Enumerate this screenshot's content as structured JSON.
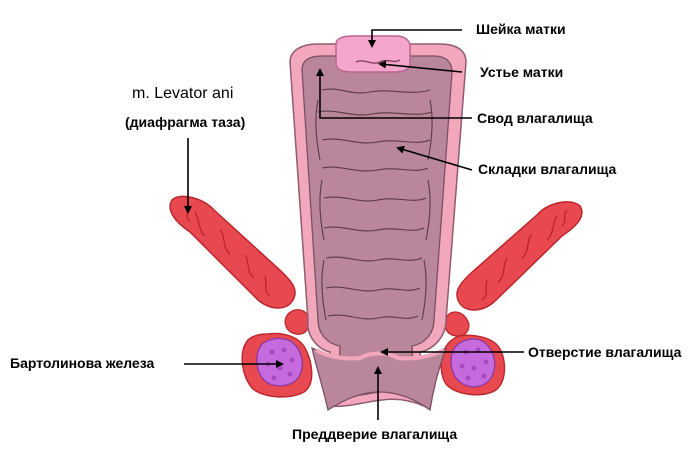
{
  "labels": {
    "cervix": "Шейка матки",
    "os": "Устье матки",
    "fornix": "Свод влагалища",
    "rugae": "Складки влагалища",
    "levator": "m. Levator ani",
    "diaphragm": "(диафрагма таза)",
    "bartholin": "Бартолинова   железа",
    "orifice": "Отверстие влагалища",
    "vestibule": "Преддверие влагалища"
  },
  "colors": {
    "muscle": "#e8484f",
    "muscle_dark": "#b8272c",
    "wall_outer": "#f2a7bd",
    "wall_inner": "#b9869b",
    "cervix": "#f4a6cd",
    "gland": "#c56bde",
    "gland_dark": "#8a3aa3",
    "line": "#000000"
  },
  "icons": {
    "pointer": "arrow-icon"
  }
}
